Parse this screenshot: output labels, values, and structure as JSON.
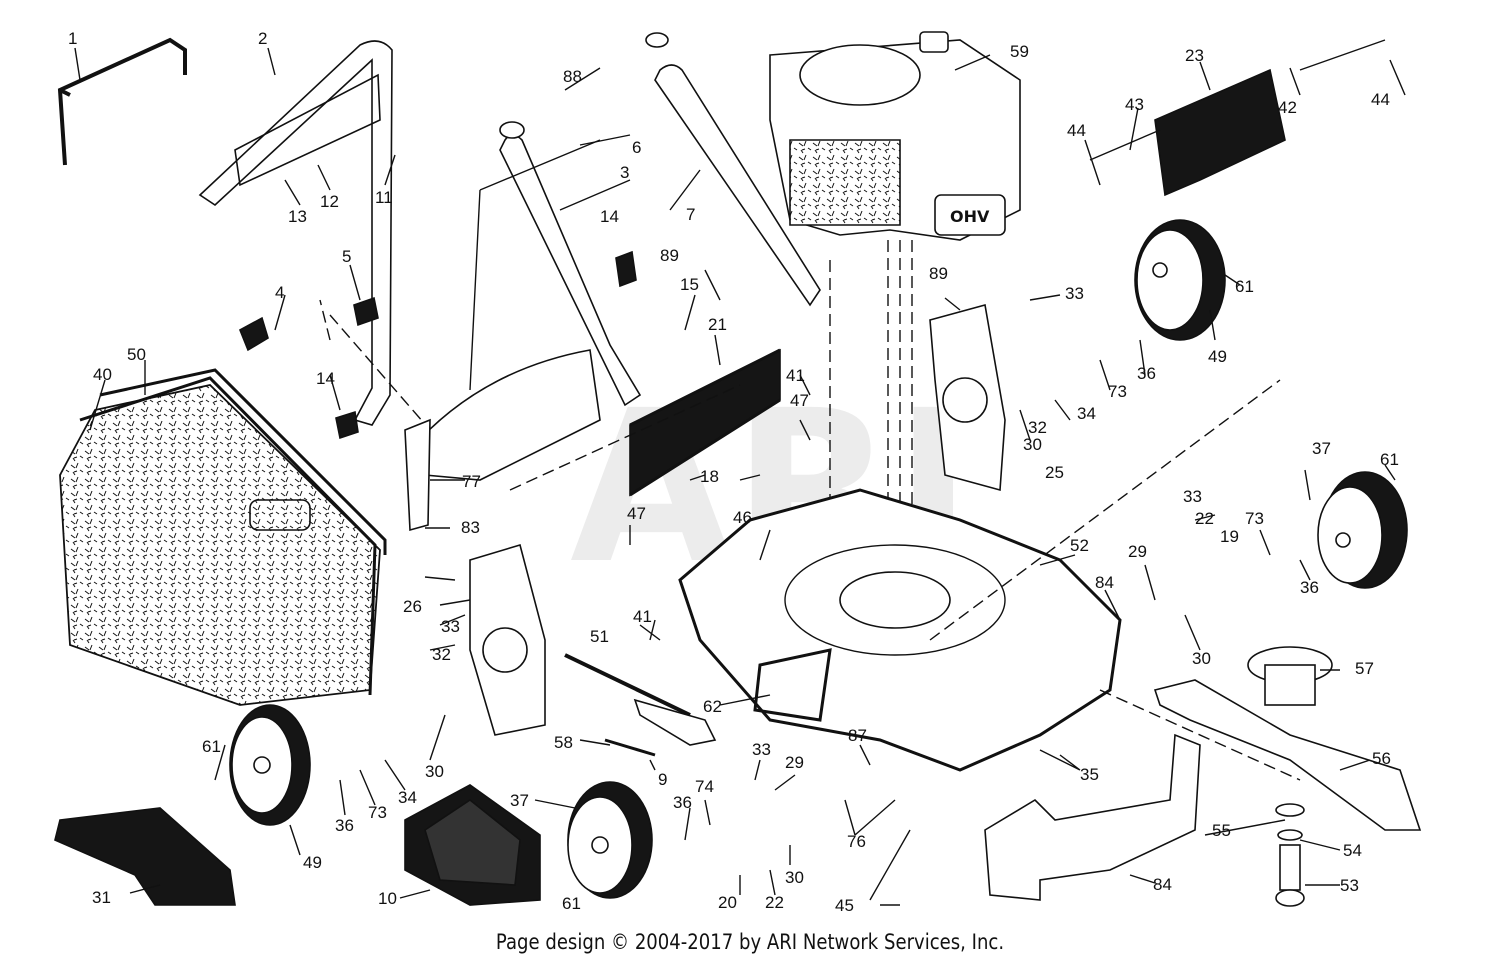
{
  "callouts": [
    "1",
    "2",
    "3",
    "4",
    "5",
    "6",
    "7",
    "9",
    "10",
    "11",
    "12",
    "13",
    "14",
    "14",
    "15",
    "18",
    "19",
    "20",
    "21",
    "22",
    "22",
    "23",
    "25",
    "26",
    "29",
    "29",
    "30",
    "30",
    "30",
    "30",
    "31",
    "32",
    "32",
    "33",
    "33",
    "33",
    "33",
    "34",
    "34",
    "35",
    "36",
    "36",
    "36",
    "36",
    "37",
    "37",
    "40",
    "41",
    "41",
    "42",
    "43",
    "44",
    "44",
    "45",
    "46",
    "47",
    "47",
    "49",
    "49",
    "50",
    "51",
    "52",
    "53",
    "54",
    "55",
    "56",
    "57",
    "58",
    "59",
    "61",
    "61",
    "61",
    "61",
    "62",
    "73",
    "73",
    "73",
    "74",
    "76",
    "77",
    "83",
    "84",
    "84",
    "87",
    "88",
    "89",
    "89"
  ],
  "engine_badge": "OHV",
  "watermark": "ARI",
  "footer": "Page design © 2004-2017 by ARI Network Services, Inc."
}
